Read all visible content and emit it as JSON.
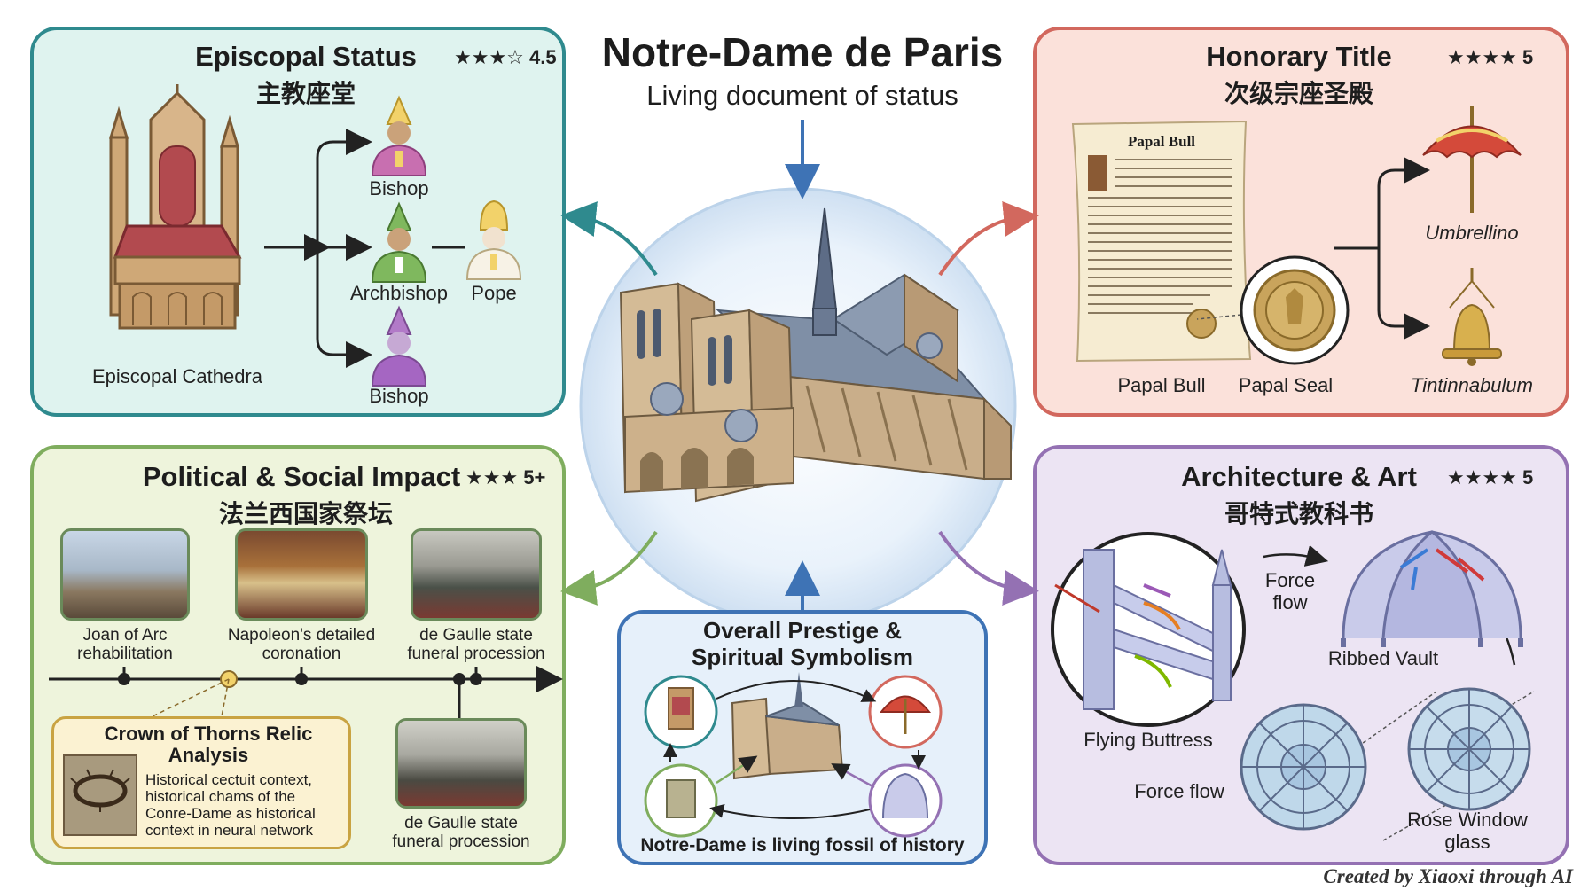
{
  "header": {
    "title": "Notre-Dame de Paris",
    "subtitle": "Living document of status"
  },
  "episcopal": {
    "title": "Episcopal Status",
    "title_cn": "主教座堂",
    "rating": "4.5",
    "cathedra_label": "Episcopal Cathedra",
    "roles": {
      "bishop_top": "Bishop",
      "archbishop": "Archbishop",
      "pope": "Pope",
      "bishop_bottom": "Bishop"
    }
  },
  "honorary": {
    "title": "Honorary Title",
    "title_cn": "次级宗座圣殿",
    "rating": "5",
    "bull_heading": "Papal Bull",
    "labels": {
      "papal_bull": "Papal Bull",
      "papal_seal": "Papal Seal",
      "umbrellino": "Umbrellino",
      "tintinnabulum": "Tintinnabulum"
    }
  },
  "political": {
    "title": "Political & Social Impact",
    "title_cn": "法兰西国家祭坛",
    "rating": "5+",
    "events": {
      "joan": "Joan of Arc rehabilitation",
      "napoleon": "Napoleon's detailed coronation",
      "degaulle_top": "de Gaulle state funeral procession",
      "degaulle_bottom": "de Gaulle state funeral procession"
    },
    "relic": {
      "title": "Crown of Thorns Relic Analysis",
      "text": "Historical cectuit context, historical chams of the Conre-Dame as historical context in neural network"
    }
  },
  "architecture": {
    "title": "Architecture & Art",
    "title_cn": "哥特式教科书",
    "rating": "5",
    "labels": {
      "force_flow_top": "Force flow",
      "ribbed_vault": "Ribbed Vault",
      "flying_buttress": "Flying Buttress",
      "force_flow_mid": "Force flow",
      "rose_window": "Rose Window glass"
    }
  },
  "prestige": {
    "title": "Overall Prestige & Spiritual Symbolism",
    "caption": "Notre-Dame is living fossil of history"
  },
  "credit": "Created by Xiaoxi through AI",
  "colors": {
    "teal": "#2f8a8e",
    "red": "#d2685e",
    "green": "#7fad5e",
    "purple": "#9471b3",
    "blue": "#3e73b5",
    "stone": "#c9ae8a",
    "roof": "#7f8fa6"
  }
}
